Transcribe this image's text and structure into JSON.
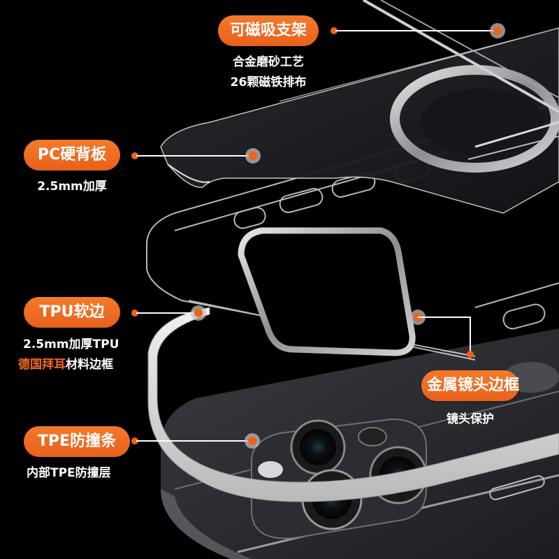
{
  "colors": {
    "background": "#000000",
    "badge_orange": "#ef6a21",
    "accent_text": "#f2691e",
    "leader_line": "#ffffff",
    "dot": "#f06317"
  },
  "callouts": [
    {
      "id": "magnetic-stand",
      "badge": "可磁吸支架",
      "lines": [
        "合金磨砂工艺",
        "26颗磁铁排布"
      ]
    },
    {
      "id": "pc-back",
      "badge": "PC硬背板",
      "lines": [
        "2.5mm加厚"
      ]
    },
    {
      "id": "tpu-edge",
      "badge": "TPU软边",
      "lines": [
        "2.5mm加厚TPU"
      ],
      "highlight_line": {
        "accent": "德国拜耳",
        "rest": "材料边框"
      }
    },
    {
      "id": "tpe-strip",
      "badge": "TPE防撞条",
      "lines": [
        "内部TPE防撞层"
      ]
    },
    {
      "id": "metal-lens-frame",
      "badge": "金属镜头边框",
      "lines": [
        "镜头保护"
      ]
    }
  ],
  "illustration": {
    "subject": "exploded-phone-case",
    "layers": [
      "magsafe-ring-stand",
      "pc-hard-back-plate",
      "tpu-soft-bumper-frame",
      "tpe-shock-strip",
      "phone-body-with-triple-camera"
    ]
  }
}
